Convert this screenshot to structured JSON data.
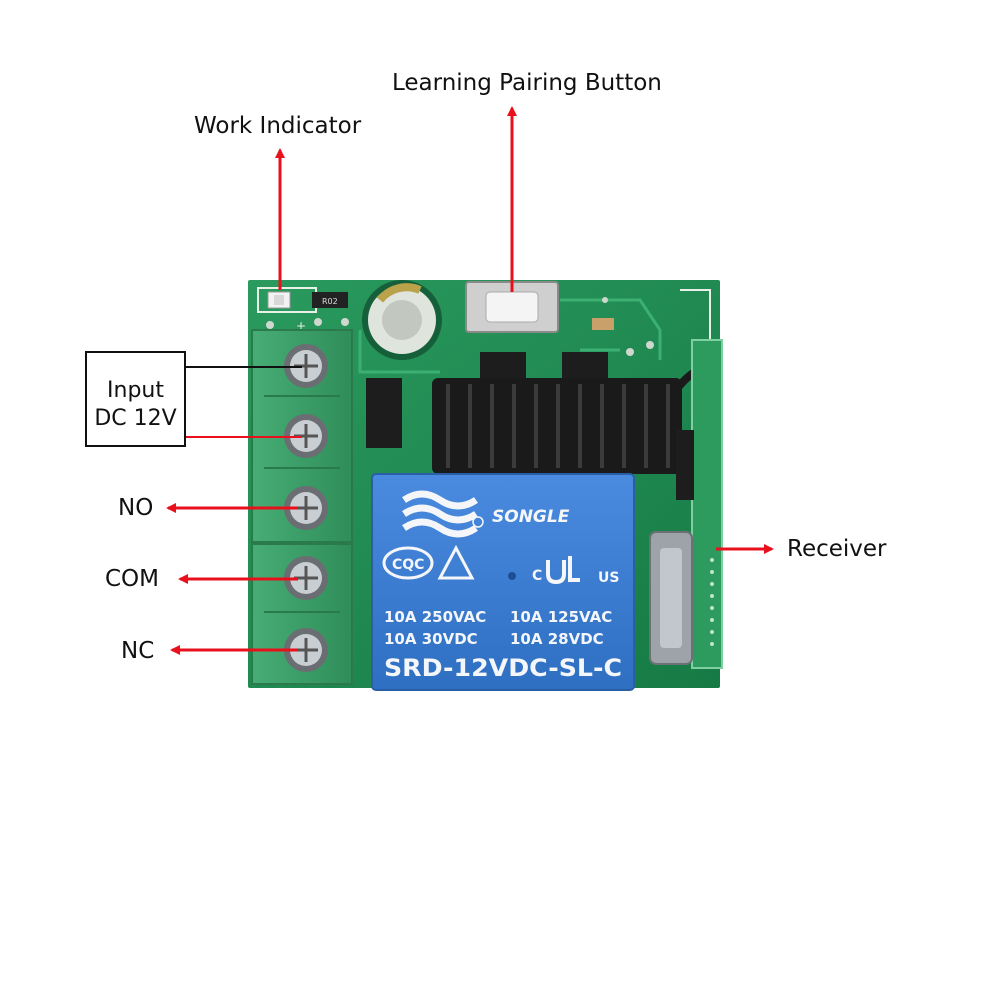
{
  "callouts": {
    "work_indicator": "Work Indicator",
    "learning_button": "Learning Pairing Button",
    "input_line1": "Input",
    "input_line2": "DC 12V",
    "no": "NO",
    "com": "COM",
    "nc": "NC",
    "receiver": "Receiver"
  },
  "relay": {
    "brand": "SONGLE",
    "rating1_left": "10A 250VAC",
    "rating1_right": "10A  125VAC",
    "rating2_left": "10A  30VDC",
    "rating2_right": "10A   28VDC",
    "model": "SRD-12VDC-SL-C",
    "cqc_mark": "CQC",
    "ul_mark": "US",
    "ul_c": "C"
  },
  "board": {
    "component_label": "R02",
    "plus_mark": "+"
  },
  "colors": {
    "arrow": "#e8101c",
    "pcb": "#1f8a52",
    "terminal": "#3fa26b",
    "relay": "#3f7fd0",
    "antenna": "#1a1a1a"
  }
}
